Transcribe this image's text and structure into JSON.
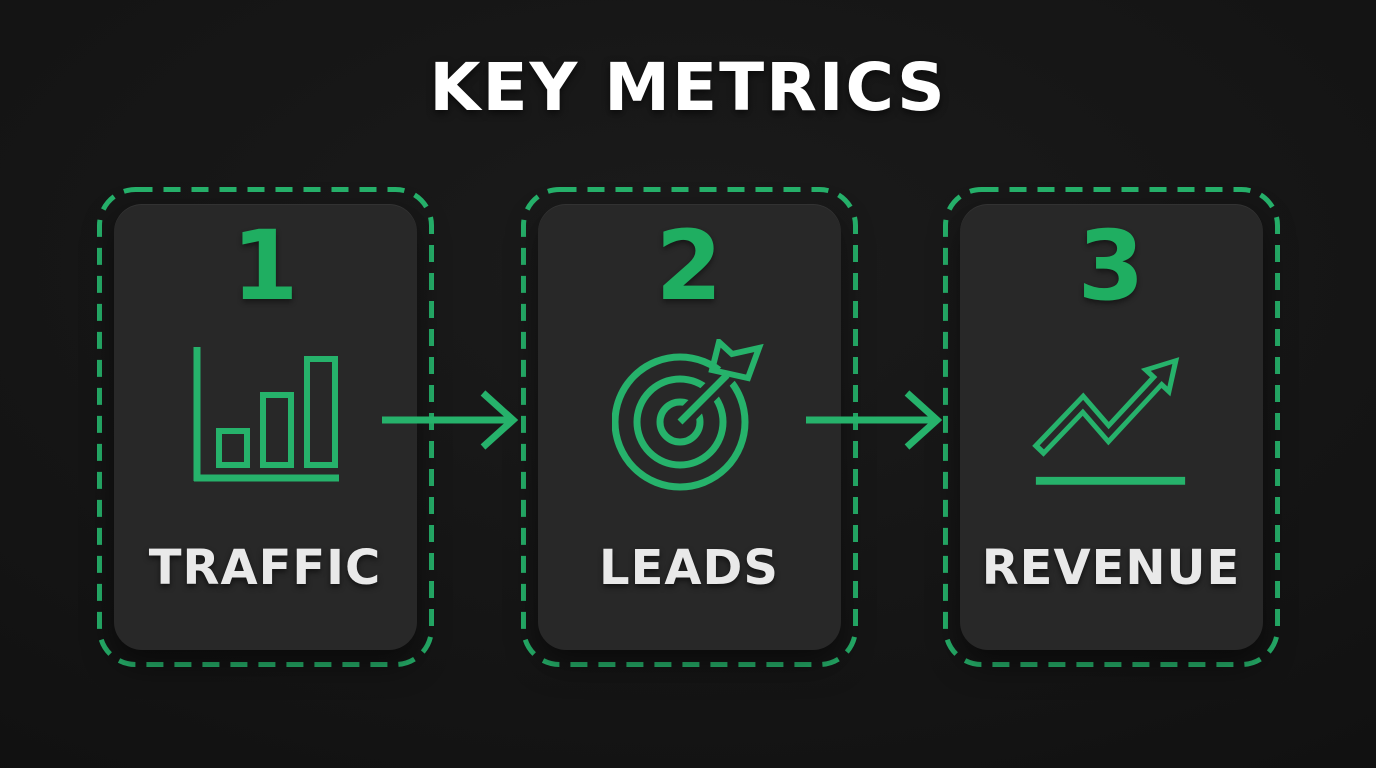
{
  "title": "KEY METRICS",
  "colors": {
    "background": "#131313",
    "card": "#282828",
    "accent": "#26b26b",
    "number": "#1fae61",
    "label": "#e9e9e9",
    "title": "#ffffff"
  },
  "steps": [
    {
      "number": "1",
      "label": "TRAFFIC",
      "icon": "bar-chart-icon"
    },
    {
      "number": "2",
      "label": "LEADS",
      "icon": "target-dart-icon"
    },
    {
      "number": "3",
      "label": "REVENUE",
      "icon": "trend-up-arrow-icon"
    }
  ],
  "connectors": [
    {
      "icon": "arrow-right-icon"
    },
    {
      "icon": "arrow-right-icon"
    }
  ]
}
